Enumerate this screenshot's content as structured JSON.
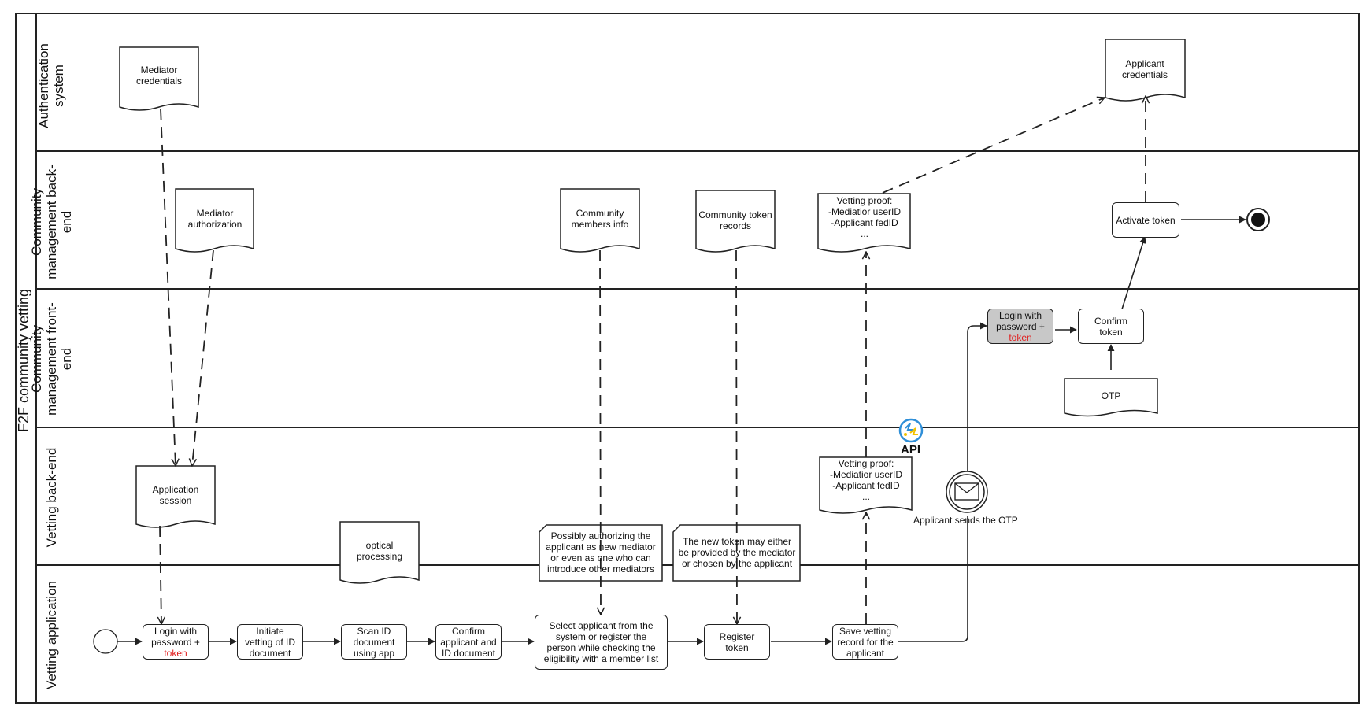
{
  "pool": {
    "title": "F2F community vetting"
  },
  "lanes": {
    "auth": "Authentication system",
    "cm_backend": "Community management back-end",
    "cm_frontend": "Community management front-end",
    "vet_backend": "Vetting back-end",
    "vet_app": "Vetting application"
  },
  "tasks": {
    "login_app": {
      "line1": "Login with",
      "line2": "password +",
      "token": "token"
    },
    "initiate": "Initiate vetting of ID document",
    "scan": "Scan ID document using app",
    "confirm_id": "Confirm applicant and ID document",
    "select": "Select applicant from the system or register the person while checking the eligibility with a member list",
    "register": "Register token",
    "save": "Save vetting record for the applicant",
    "login_front": {
      "line1": "Login with",
      "line2": "password +",
      "token": "token"
    },
    "confirm_token": "Confirm token",
    "activate": "Activate token"
  },
  "documents": {
    "mediator_credentials": "Mediator credentials",
    "mediator_authorization": "Mediator authorization",
    "community_members": "Community members info",
    "community_tokens": "Community token records",
    "vetting_proof_top": {
      "l1": "Vetting proof:",
      "l2": "-Mediatior userID",
      "l3": "-Applicant fedID",
      "l4": "..."
    },
    "applicant_credentials": "Applicant credentials",
    "otp": "OTP",
    "application_session": "Application session",
    "optical": "optical processing",
    "vetting_proof_bottom": {
      "l1": "Vetting proof:",
      "l2": "-Mediatior userID",
      "l3": "-Applicant fedID",
      "l4": "..."
    }
  },
  "annotations": {
    "authorizing": "Possibly authorizing the applicant as new mediator or even as one who can introduce other mediators",
    "new_token": "The new token may either be provided by the mediator or chosen by the applicant"
  },
  "event_label": "Applicant sends the OTP",
  "api_label": "API",
  "colors": {
    "stroke": "#222222",
    "token_red": "#e02020",
    "gray_task": "#c8c8c8",
    "api_blue": "#2f8fd8",
    "api_yellow": "#f2c200"
  }
}
